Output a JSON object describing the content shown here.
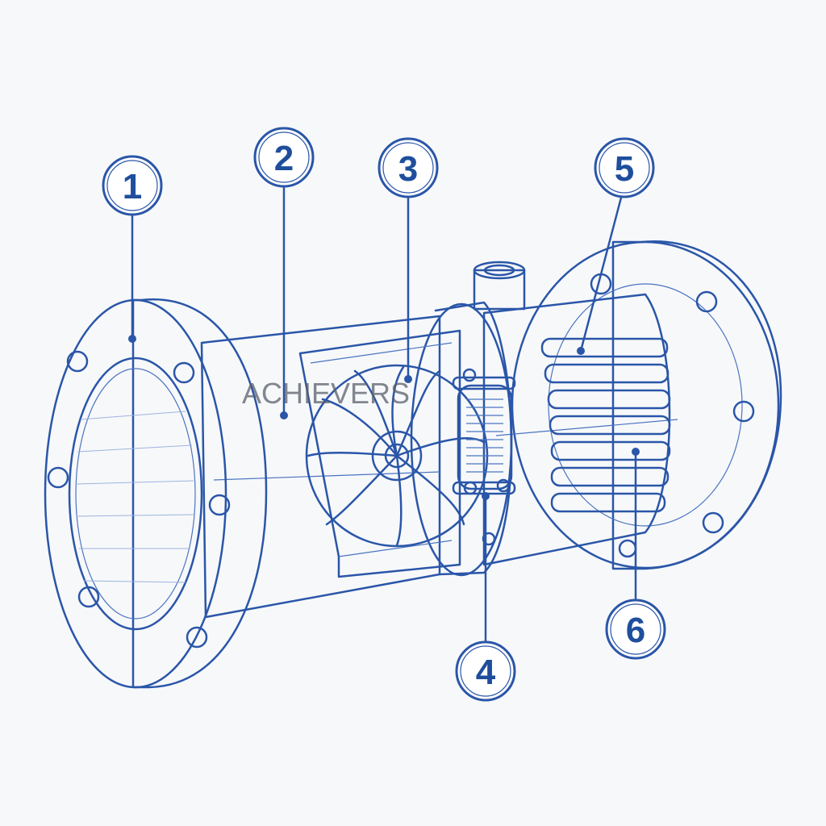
{
  "watermark": "ACHIEVERS",
  "callouts": [
    {
      "id": "1",
      "label": "1"
    },
    {
      "id": "2",
      "label": "2"
    },
    {
      "id": "3",
      "label": "3"
    },
    {
      "id": "4",
      "label": "4"
    },
    {
      "id": "5",
      "label": "5"
    },
    {
      "id": "6",
      "label": "6"
    }
  ],
  "colors": {
    "ink": "#2a56a8",
    "paper": "#f7f8fa",
    "fill_light": "#e4ebf7",
    "fill_mid": "#c9d7ef"
  }
}
